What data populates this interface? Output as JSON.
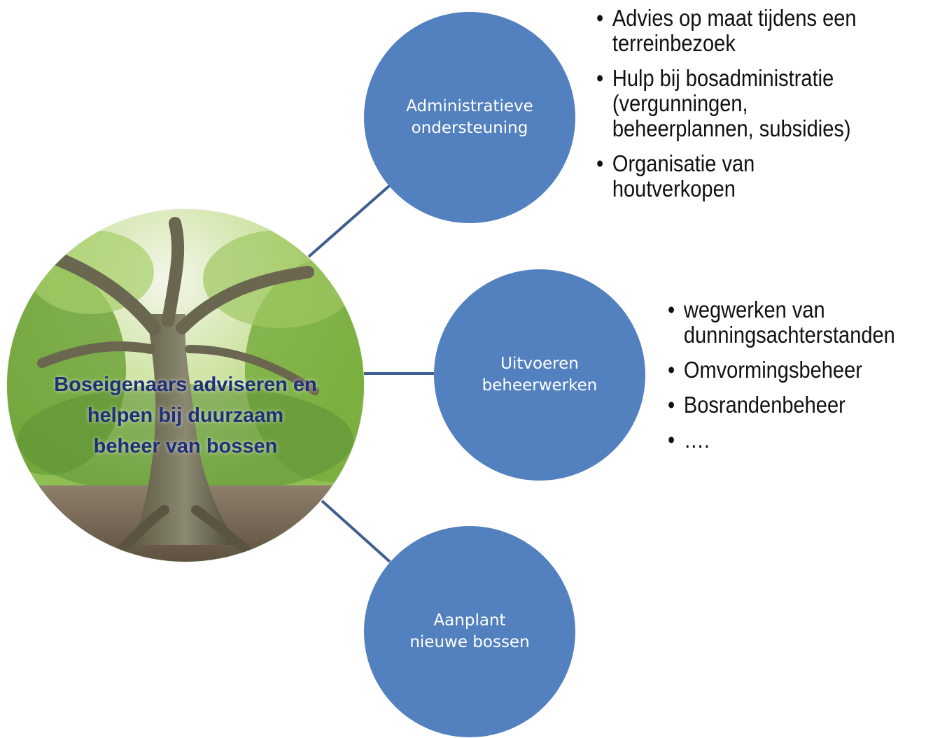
{
  "center": {
    "label_lines": [
      "Boseigenaars adviseren en",
      "helpen bij  duurzaam",
      "beheer van bossen"
    ],
    "image": "forest-tree-photo"
  },
  "nodes": [
    {
      "label_lines": [
        "Administratieve",
        "ondersteuning"
      ]
    },
    {
      "label_lines": [
        "Uitvoeren",
        "beheerwerken"
      ]
    },
    {
      "label_lines": [
        "Aanplant",
        "nieuwe bossen"
      ]
    }
  ],
  "bullets": {
    "admin": [
      [
        "Advies op maat tijdens een",
        "terreinbezoek"
      ],
      [
        "Hulp bij bosadministratie",
        "(vergunningen,",
        "beheerplannen, subsidies)"
      ],
      [
        "Organisatie van",
        "houtverkopen"
      ]
    ],
    "uitvoeren": [
      [
        "wegwerken van",
        "dunningsachterstanden"
      ],
      [
        "Omvormingsbeheer"
      ],
      [
        "Bosrandenbeheer"
      ],
      [
        "…."
      ]
    ]
  },
  "colors": {
    "node_fill": "#5381bf",
    "connector": "#3f5f8f",
    "center_text": "#1f2f78",
    "node_text": "#ffffff"
  }
}
